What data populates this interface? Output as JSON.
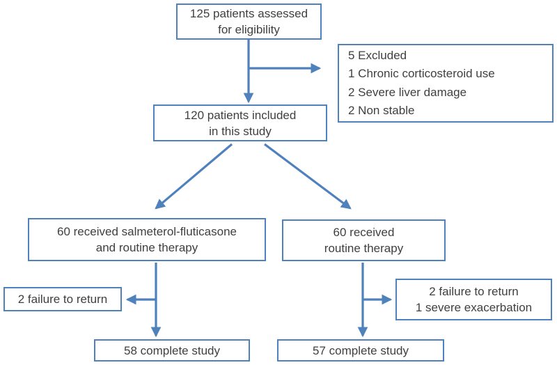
{
  "colors": {
    "box_border": "#4f81bd",
    "arrow": "#4f81bd",
    "text": "#3f3f3f",
    "background": "#ffffff"
  },
  "flow": {
    "assessed": {
      "line1": "125 patients assessed",
      "line2": "for eligibility"
    },
    "excluded": {
      "line1": "5 Excluded",
      "line2": "1 Chronic corticosteroid use",
      "line3": "2 Severe liver damage",
      "line4": "2 Non stable"
    },
    "included": {
      "line1": "120 patients included",
      "line2": "in this study"
    },
    "arm_left": {
      "line1": "60 received salmeterol-fluticasone",
      "line2": "and routine therapy"
    },
    "arm_right": {
      "line1": "60 received",
      "line2": "routine therapy"
    },
    "dropout_left": {
      "line1": "2 failure to return"
    },
    "dropout_right": {
      "line1": "2 failure to return",
      "line2": "1 severe exacerbation"
    },
    "complete_left": {
      "line1": "58 complete study"
    },
    "complete_right": {
      "line1": "57 complete study"
    }
  }
}
